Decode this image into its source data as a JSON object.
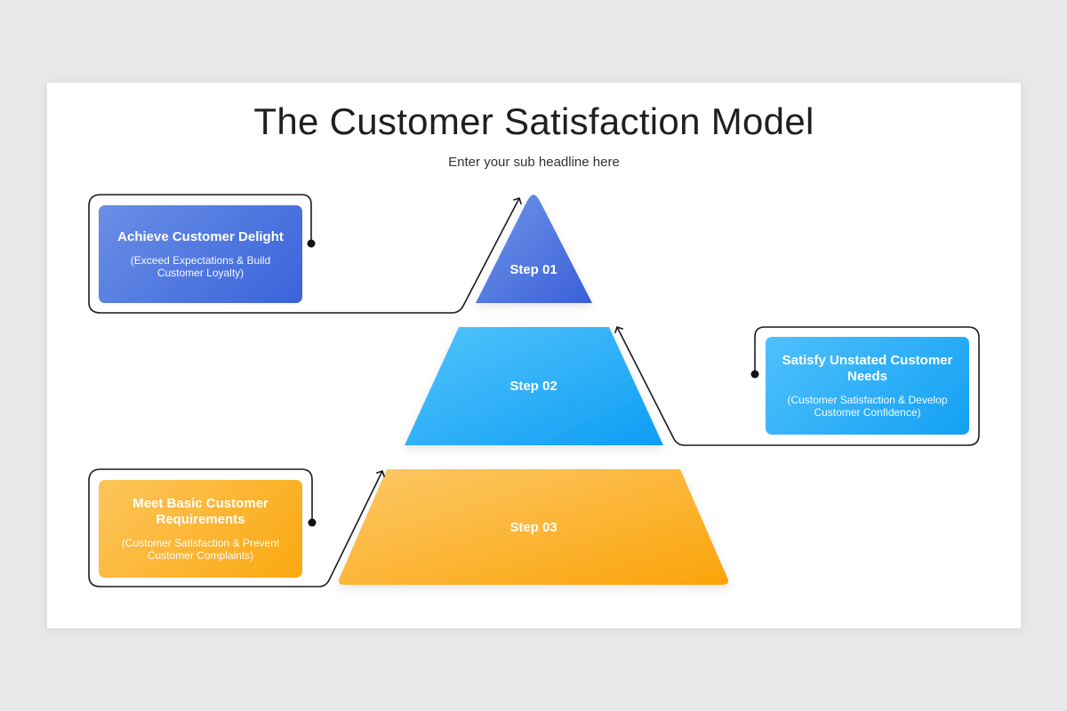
{
  "title": "The Customer Satisfaction Model",
  "subtitle": "Enter your sub headline here",
  "steps": [
    {
      "label": "Step 01",
      "color_start": "#6a8fe6",
      "color_end": "#3a63da"
    },
    {
      "label": "Step 02",
      "color_start": "#4fc0fb",
      "color_end": "#13a1f4"
    },
    {
      "label": "Step 03",
      "color_start": "#fcc55b",
      "color_end": "#fba810"
    }
  ],
  "boxes": [
    {
      "title": "Achieve Customer Delight",
      "desc": "(Exceed Expectations & Build Customer Loyalty)"
    },
    {
      "title": "Satisfy Unstated Customer Needs",
      "desc": "(Customer Satisfaction & Develop Customer Confidence)"
    },
    {
      "title": "Meet Basic Customer Requirements",
      "desc": "(Customer Satisfaction & Prevent Customer Complaints)"
    }
  ]
}
